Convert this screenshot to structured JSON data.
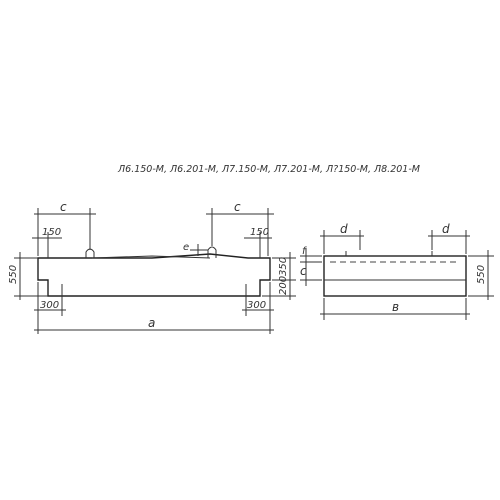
{
  "header": {
    "marks": "Л6.150-М, Л6.201-М, Л7.150-М, Л7.201-М, Л?150-М, Л8.201-М"
  },
  "side_view": {
    "dim_c_left": "c",
    "dim_c_right": "c",
    "dim_150_left": "150",
    "dim_150_right": "150",
    "dim_e": "e",
    "dim_height_left": "550",
    "dim_300_left": "300",
    "dim_300_right": "300",
    "dim_350_right": "350",
    "dim_200_right": "200",
    "dim_length": "a"
  },
  "plan_view": {
    "dim_d_left": "d",
    "dim_d_right": "d",
    "dim_f": "f",
    "dim_c": "c",
    "dim_width": "в",
    "dim_height": "550"
  }
}
